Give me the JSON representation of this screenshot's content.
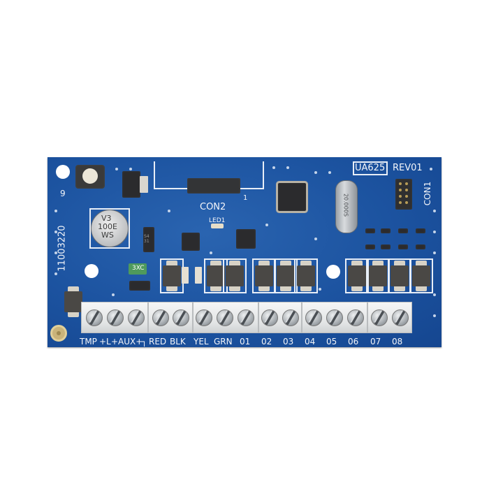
{
  "image": {
    "description": "Product photo of a blue PCB expansion module (8 outputs) with white screw terminal blocks",
    "background": "#ffffff",
    "board_color": "#1c53a0",
    "silkscreen_color": "#f4f6fa"
  },
  "silkscreen": {
    "part_number": "UA625",
    "revision": "REV01",
    "connector_1": "CON1",
    "connector_2": "CON2",
    "con2_pin1": "1",
    "led": "LED1",
    "board_serial": "11003220",
    "corner_mark": "9"
  },
  "components": {
    "capacitor": {
      "line1": "V3",
      "line2": "100E",
      "line3": "WS"
    },
    "crystal": {
      "marking": "20.000S"
    },
    "fuse": {
      "marking": "3XC"
    },
    "diode": {
      "marking": "S4 31"
    }
  },
  "terminals": {
    "labels": [
      "TMP",
      "+L",
      "+AUX+",
      "┐",
      "RED",
      "BLK",
      "YEL",
      "GRN",
      "01",
      "02",
      "03",
      "04",
      "05",
      "06",
      "07",
      "08"
    ],
    "label_strip": "TMP+L+AUX+┐RED BLK YEL GRN  01  02  03  04  05  06  07  08",
    "blocks": [
      {
        "screws": 3
      },
      {
        "screws": 2
      },
      {
        "screws": 3
      },
      {
        "screws": 2
      },
      {
        "screws": 3
      },
      {
        "screws": 2
      }
    ]
  }
}
